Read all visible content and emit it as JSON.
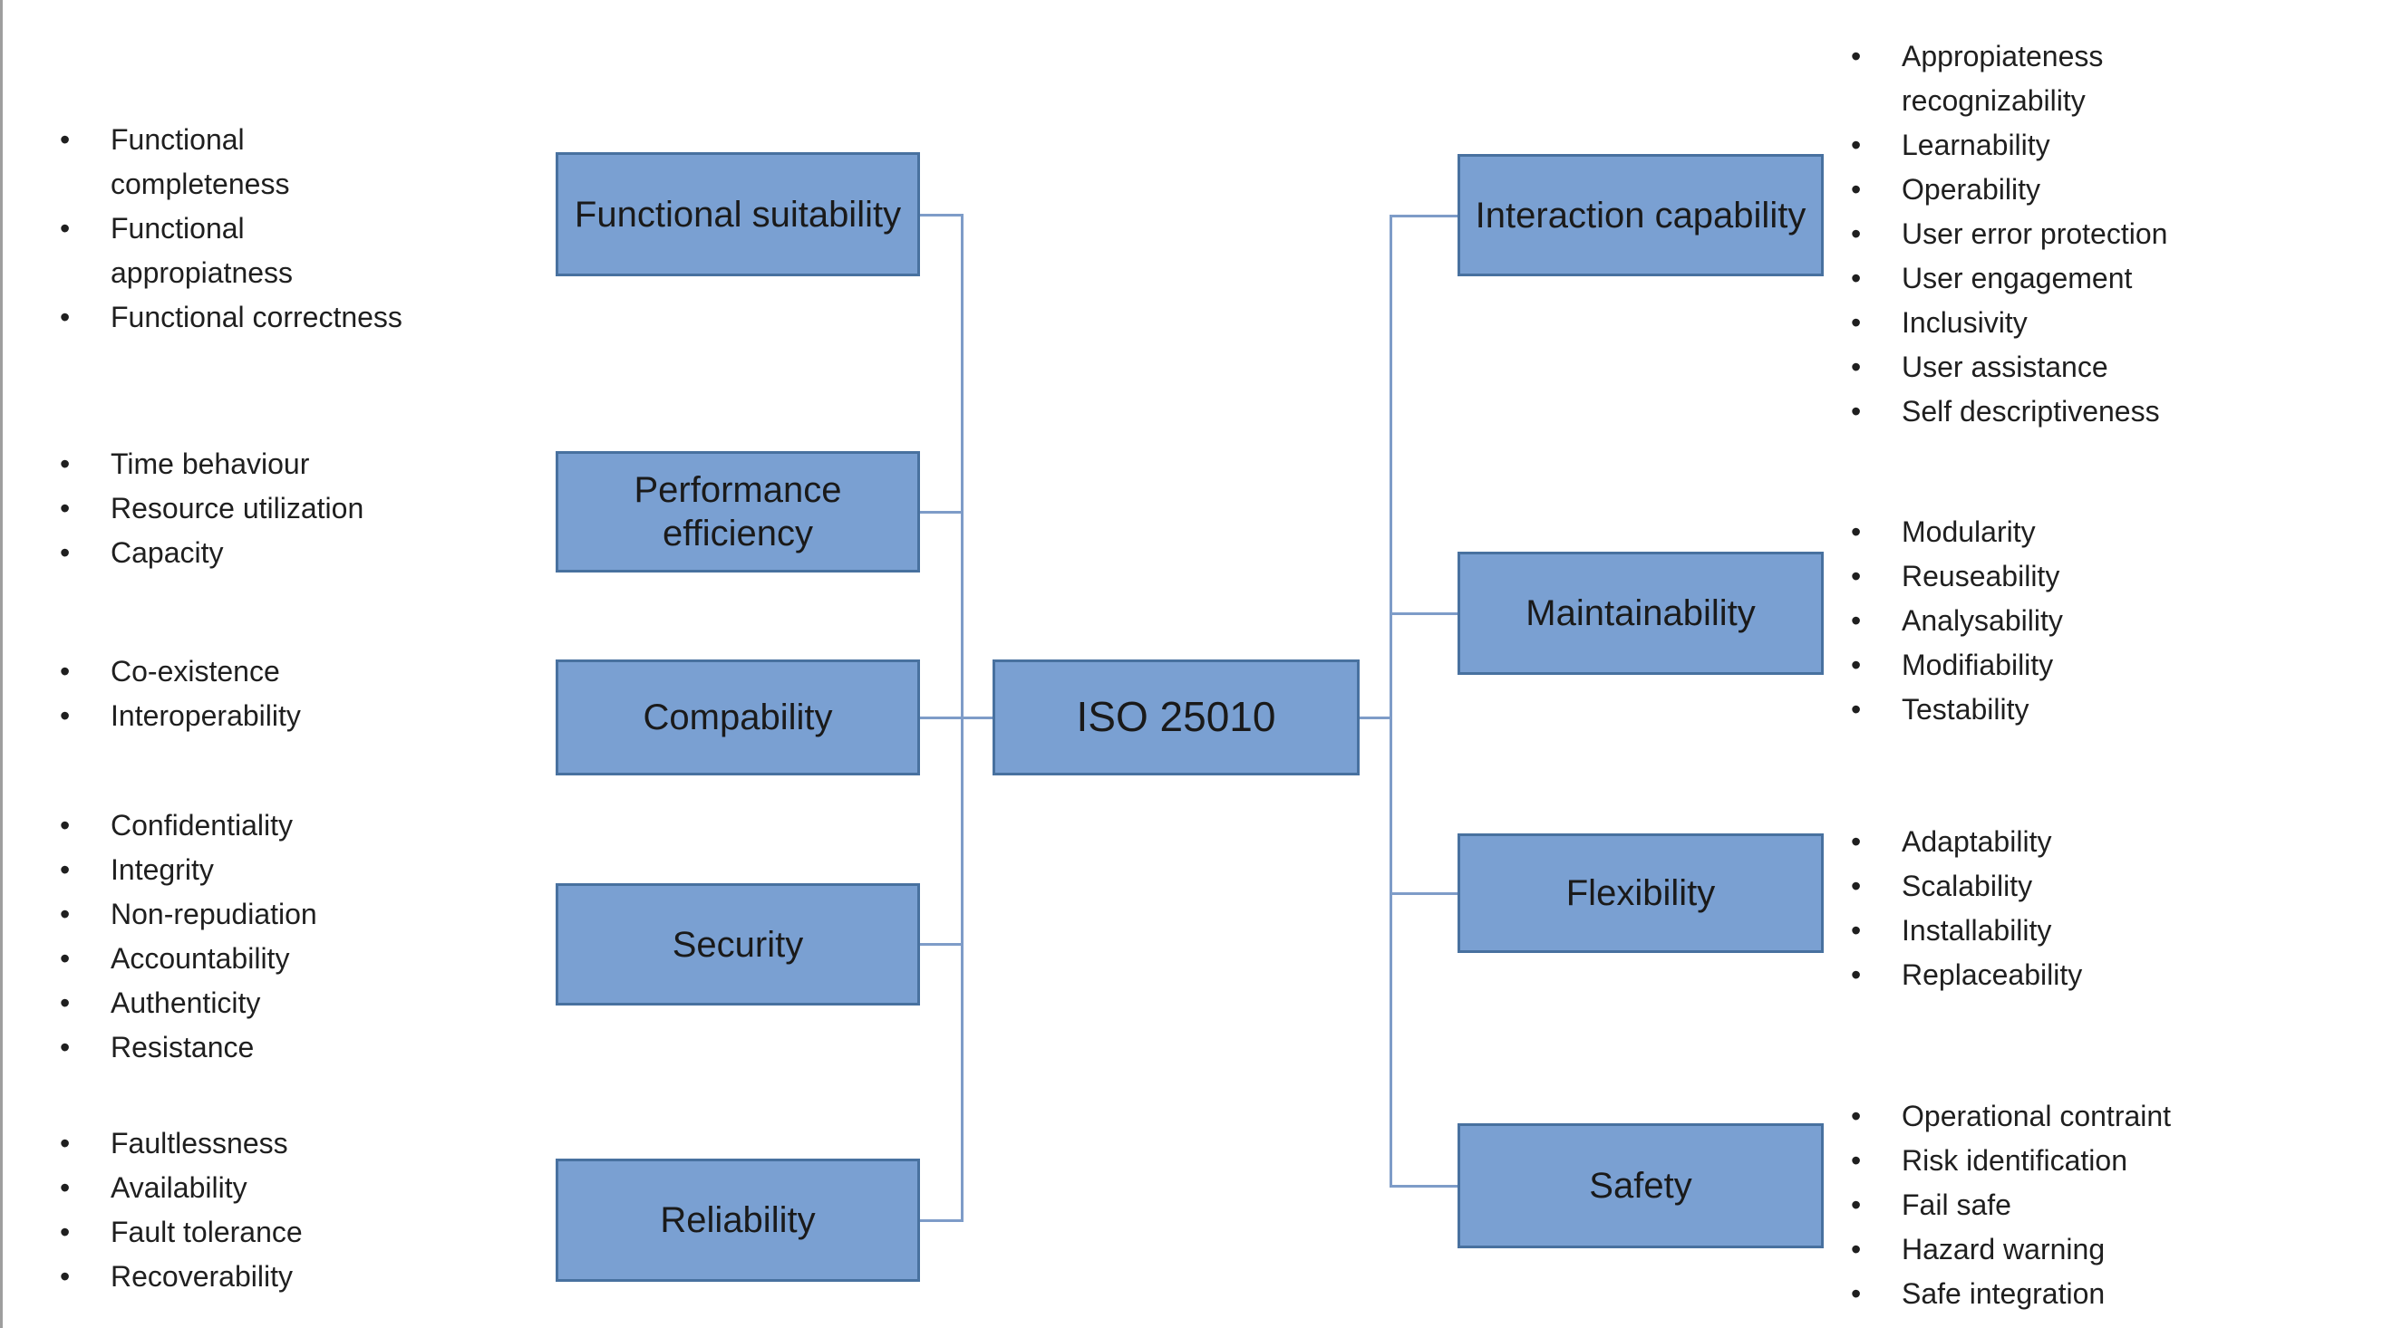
{
  "diagram": {
    "root_label": "ISO 25010",
    "bullet_glyph": "•",
    "colors": {
      "box_fill": "#7aa0d2",
      "box_border": "#48719f",
      "connector": "#7e9cc8",
      "slide_edge": "#9e9e9e",
      "text": "#1a1a1a",
      "bullet_text": "#1f1f1f"
    },
    "left_branches": [
      {
        "label": "Functional suitability",
        "items": [
          [
            "Functional",
            "completeness"
          ],
          [
            "Functional",
            "appropiatness"
          ],
          [
            "Functional correctness"
          ]
        ]
      },
      {
        "label": "Performance efficiency",
        "items": [
          [
            "Time behaviour"
          ],
          [
            "Resource utilization"
          ],
          [
            "Capacity"
          ]
        ]
      },
      {
        "label": "Compability",
        "items": [
          [
            "Co-existence"
          ],
          [
            "Interoperability"
          ]
        ]
      },
      {
        "label": "Security",
        "items": [
          [
            "Confidentiality"
          ],
          [
            "Integrity"
          ],
          [
            "Non-repudiation"
          ],
          [
            "Accountability"
          ],
          [
            "Authenticity"
          ],
          [
            "Resistance"
          ]
        ]
      },
      {
        "label": "Reliability",
        "items": [
          [
            "Faultlessness"
          ],
          [
            "Availability"
          ],
          [
            "Fault tolerance"
          ],
          [
            "Recoverability"
          ]
        ]
      }
    ],
    "right_branches": [
      {
        "label": "Interaction capability",
        "items": [
          [
            "Appropiateness",
            "recognizability"
          ],
          [
            "Learnability"
          ],
          [
            "Operability"
          ],
          [
            "User error protection"
          ],
          [
            "User engagement"
          ],
          [
            "Inclusivity"
          ],
          [
            "User assistance"
          ],
          [
            "Self descriptiveness"
          ]
        ]
      },
      {
        "label": "Maintainability",
        "items": [
          [
            "Modularity"
          ],
          [
            "Reuseability"
          ],
          [
            "Analysability"
          ],
          [
            "Modifiability"
          ],
          [
            "Testability"
          ]
        ]
      },
      {
        "label": "Flexibility",
        "items": [
          [
            "Adaptability"
          ],
          [
            "Scalability"
          ],
          [
            "Installability"
          ],
          [
            "Replaceability"
          ]
        ]
      },
      {
        "label": "Safety",
        "items": [
          [
            "Operational contraint"
          ],
          [
            "Risk identification"
          ],
          [
            "Fail safe"
          ],
          [
            "Hazard warning"
          ],
          [
            "Safe integration"
          ]
        ]
      }
    ]
  }
}
